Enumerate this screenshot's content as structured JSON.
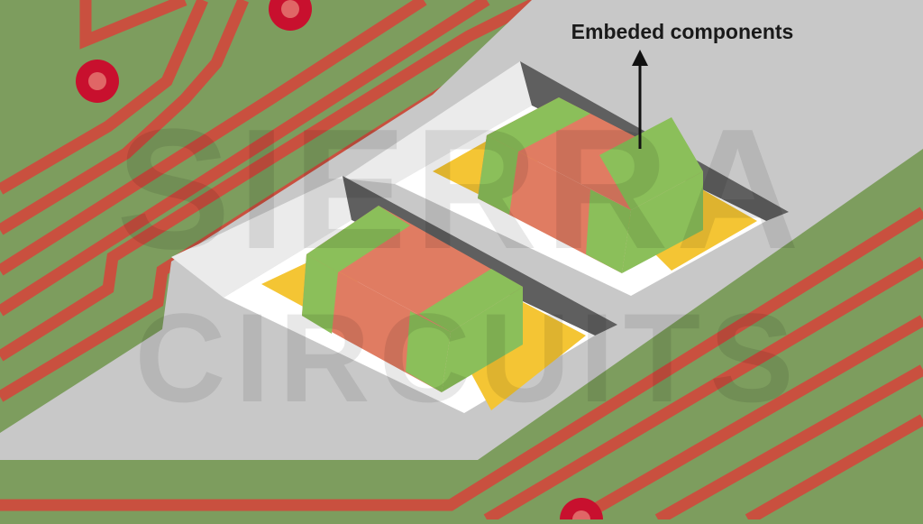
{
  "callout": {
    "label": "Embeded components"
  },
  "watermark": {
    "line1": "SIERRA",
    "line2": "CIRCUITS"
  },
  "colors": {
    "board": "#7d9d5e",
    "trace": "#c9503f",
    "via": "#c8102e",
    "cavity_surface": "#c8c8c8",
    "cavity_wall_dark": "#5f5f5f",
    "cavity_wall_light": "#ebebeb",
    "pad": "#f4c534",
    "component_body": "#e07c62",
    "component_terminal": "#8bbf5a"
  }
}
